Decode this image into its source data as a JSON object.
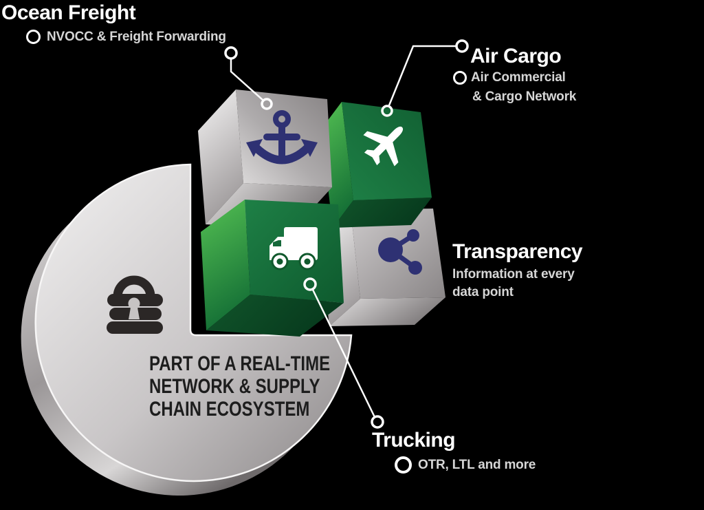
{
  "background": "#000000",
  "labels": {
    "ocean": {
      "title": "Ocean Freight",
      "subtitle": "NVOCC & Freight Forwarding"
    },
    "air": {
      "title": "Air Cargo",
      "subtitle_line1": "Air Commercial",
      "subtitle_line2": "& Cargo Network"
    },
    "transparency": {
      "title": "Transparency",
      "subtitle_line1": "Information at every",
      "subtitle_line2": "data point"
    },
    "trucking": {
      "title": "Trucking",
      "subtitle": "OTR, LTL and more"
    }
  },
  "disc_text": {
    "line1": "PART OF A REAL-TIME",
    "line2": "NETWORK & SUPPLY",
    "line3": "CHAIN ECOSYSTEM"
  },
  "icons": [
    "anchor-icon",
    "airplane-icon",
    "truck-icon",
    "share-network-icon",
    "lock-icon"
  ],
  "colors": {
    "background": "#000000",
    "green_dark": "#0F5C30",
    "green_mid": "#1A7540",
    "green_bright": "#4FBB50",
    "silver_light": "#EFEEEE",
    "silver_dark": "#8E8A8B",
    "navy": "#2E3173",
    "lock_dark": "#2B2726",
    "text_white": "#FFFFFF",
    "text_gray": "#D6D6D6",
    "disc_text": "#1D1D1D"
  }
}
